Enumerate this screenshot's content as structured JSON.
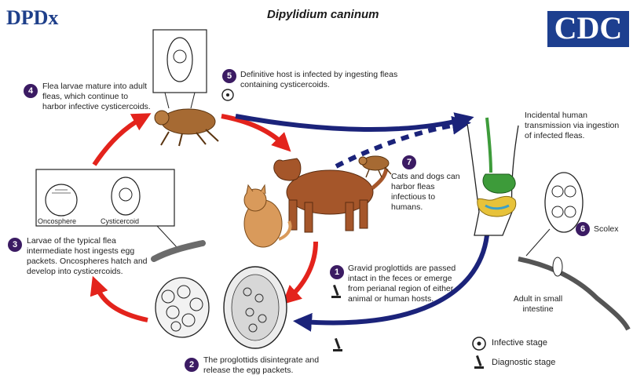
{
  "header": {
    "logo_left": "DPDx",
    "title": "Dipylidium caninum",
    "logo_right": "CDC"
  },
  "steps": {
    "s1": {
      "number": "1",
      "text": "Gravid proglottids are passed intact in the feces or emerge from perianal region of either animal or human hosts."
    },
    "s2": {
      "number": "2",
      "text": "The proglottids disintegrate and release the egg packets."
    },
    "s3": {
      "number": "3",
      "text": "Larvae of the typical flea intermediate host ingests egg packets. Oncospheres hatch and develop into cysticercoids."
    },
    "s4": {
      "number": "4",
      "text": "Flea larvae mature into adult fleas, which continue to harbor infective cysticercoids."
    },
    "s5": {
      "number": "5",
      "text": "Definitive host is infected by ingesting fleas containing cysticercoids."
    },
    "s6": {
      "number": "6",
      "text": "Scolex"
    },
    "s7": {
      "number": "7",
      "text": "Cats and dogs can harbor fleas infectious to humans."
    }
  },
  "labels": {
    "oncosphere": "Oncosphere",
    "cysticercoid": "Cysticercoid",
    "human_transmission": "Incidental human transmission via ingestion of infected fleas.",
    "adult": "Adult in small intestine"
  },
  "legend": {
    "infective": "Infective stage",
    "diagnostic": "Diagnostic stage"
  },
  "colors": {
    "red_arrow": "#e3231c",
    "blue_arrow": "#1b237a",
    "step_circle": "#3b1b63",
    "cdc_blue": "#1d3f8f",
    "dog": "#a5562a",
    "cat": "#d99a5b",
    "flea": "#a66a33",
    "stomach": "#3d9b3a",
    "intestine": "#e7c23a"
  },
  "icons": [
    "biohazard-icon",
    "microscope-icon"
  ]
}
